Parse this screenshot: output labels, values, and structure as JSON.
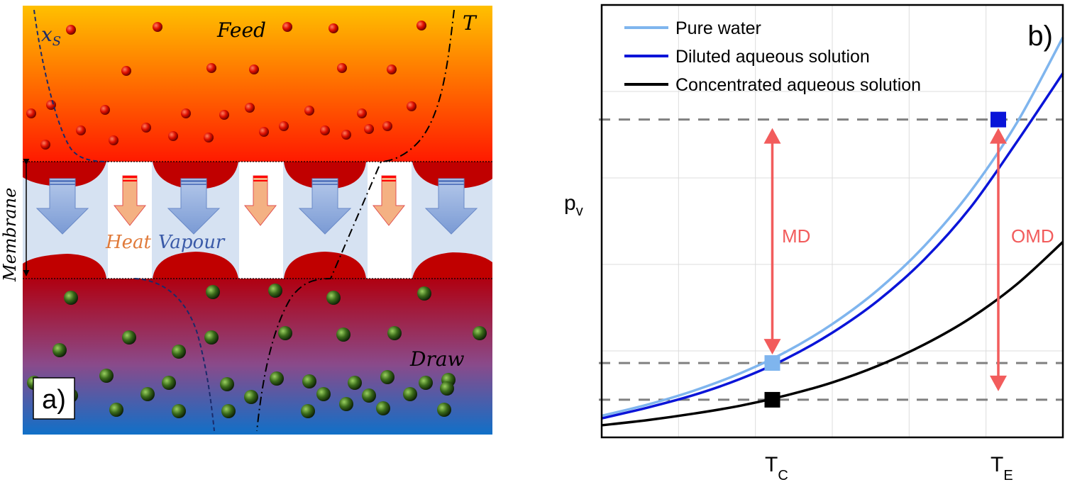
{
  "panel_a": {
    "panel_label": "a)",
    "feed_label": "Feed",
    "draw_label": "Draw",
    "membrane_label": "Membrane",
    "heat_label": "Heat",
    "vapour_label": "Vapour",
    "conc_symbol": "x",
    "conc_subscript": "S",
    "temp_symbol": "T",
    "colors": {
      "feed_top": "#ffc000",
      "feed_bottom": "#ff1a00",
      "draw_top": "#b00010",
      "draw_bottom": "#1070c8",
      "membrane_fill": "#d6e2f2",
      "pore_fill": "#ffffff",
      "membrane_bump": "#c00000",
      "vapour_arrow": "#8eaadb",
      "heat_arrow": "#f4b183",
      "heat_stripe": "#ff0000",
      "solute_feed": "#e01000",
      "solute_draw": "#3a6a1a",
      "conc_profile": "#1a2a6a"
    }
  },
  "panel_b": {
    "panel_label": "b)",
    "annotations": {
      "md": "MD",
      "omd": "OMD",
      "arrow_color": "#f25c5c"
    },
    "y_tick_label": "p",
    "y_tick_subscript": "v",
    "x_tick_labels": [
      {
        "main": "T",
        "sub": "C"
      },
      {
        "main": "T",
        "sub": "E"
      }
    ]
  },
  "chart_data": {
    "type": "line",
    "xlim": [
      0,
      1
    ],
    "ylim": [
      0,
      1
    ],
    "grid": true,
    "legend_position": "top-left",
    "x_ticks": [
      "T_C",
      "T_E"
    ],
    "y_ticks": [
      "p_v"
    ],
    "series": [
      {
        "name": "Pure water",
        "color": "#7fb5ee",
        "x": [
          0.0,
          0.1,
          0.2,
          0.3,
          0.4,
          0.5,
          0.6,
          0.7,
          0.8,
          0.9,
          1.0
        ],
        "y": [
          0.05,
          0.076,
          0.108,
          0.148,
          0.198,
          0.262,
          0.342,
          0.443,
          0.569,
          0.727,
          0.925
        ]
      },
      {
        "name": "Diluted aqueous solution",
        "color": "#0a14d8",
        "x": [
          0.0,
          0.1,
          0.2,
          0.3,
          0.4,
          0.5,
          0.6,
          0.7,
          0.8,
          0.9,
          1.0
        ],
        "y": [
          0.044,
          0.069,
          0.098,
          0.135,
          0.182,
          0.242,
          0.317,
          0.412,
          0.532,
          0.683,
          0.842
        ]
      },
      {
        "name": "Concentrated aqueous solution",
        "color": "#000000",
        "x": [
          0.0,
          0.1,
          0.2,
          0.3,
          0.4,
          0.5,
          0.6,
          0.7,
          0.8,
          0.9,
          1.0
        ],
        "y": [
          0.028,
          0.04,
          0.055,
          0.073,
          0.097,
          0.127,
          0.166,
          0.215,
          0.276,
          0.354,
          0.452
        ]
      }
    ],
    "reference_lines": [
      {
        "axis": "y",
        "value": 0.735,
        "style": "dashed",
        "color": "#808080"
      },
      {
        "axis": "y",
        "value": 0.172,
        "style": "dashed",
        "color": "#808080"
      },
      {
        "axis": "y",
        "value": 0.087,
        "style": "dashed",
        "color": "#808080"
      }
    ],
    "markers": [
      {
        "x": 0.37,
        "y": 0.172,
        "shape": "square",
        "color": "#7fb5ee"
      },
      {
        "x": 0.37,
        "y": 0.087,
        "shape": "square",
        "color": "#000000"
      },
      {
        "x": 0.86,
        "y": 0.735,
        "shape": "square",
        "color": "#0a14d8"
      }
    ],
    "annotation_arrows": [
      {
        "label": "MD",
        "x": 0.37,
        "y_from": 0.172,
        "y_to": 0.735
      },
      {
        "label": "OMD",
        "x": 0.86,
        "y_from": 0.087,
        "y_to": 0.735
      }
    ]
  }
}
